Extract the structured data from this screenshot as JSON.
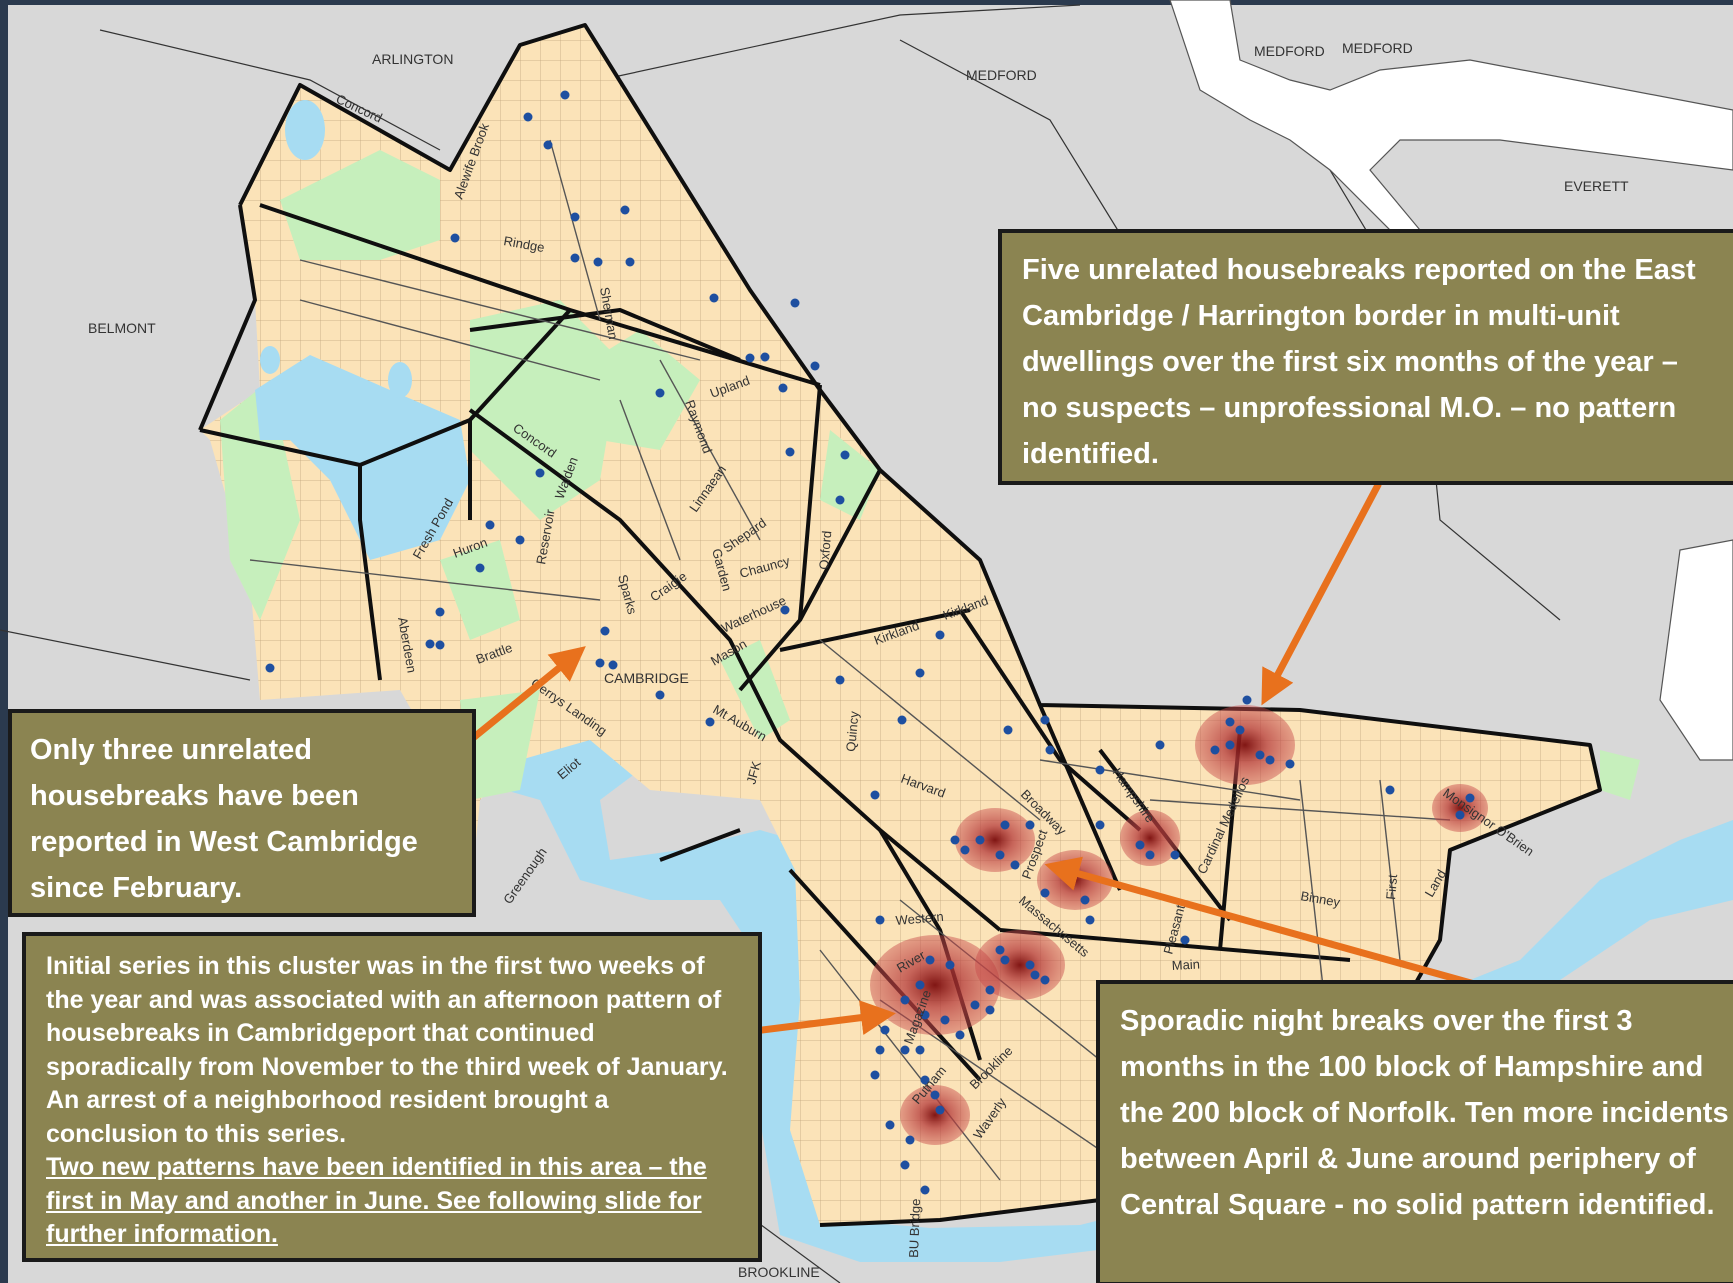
{
  "map": {
    "towns": [
      "ARLINGTON",
      "MEDFORD",
      "MEDFORD",
      "MEDFORD",
      "EVERETT",
      "BELMONT",
      "BROOKLINE",
      "CAMBRIDGE"
    ],
    "streets": [
      "Concord",
      "Alewife Brook",
      "Rindge",
      "Sherman",
      "Upland",
      "Raymond",
      "Linnaean",
      "Shepard",
      "Garden",
      "Chauncy",
      "Oxford",
      "Concord",
      "Fresh Pond",
      "Huron",
      "Reservoir",
      "Walden",
      "Sparks",
      "Craigie",
      "Brattle",
      "Aberdeen",
      "Gerrys Landing",
      "Eliot",
      "Greenough",
      "Mason",
      "Mt Auburn",
      "Waterhouse",
      "JFK",
      "Quincy",
      "Kirkland",
      "Kirkland",
      "Harvard",
      "Broadway",
      "Hampshire",
      "Prospect",
      "Cardinal Medeiros",
      "Massachusetts",
      "Western",
      "River",
      "Magazine",
      "Brookline",
      "Putnam",
      "Waverly",
      "Pleasant",
      "Main",
      "Binney",
      "First",
      "Land",
      "Monsignor O'Brien",
      "BU Bridge"
    ],
    "colors": {
      "land": "#fbe3b8",
      "water": "#a7dcf2",
      "park": "#c6efbc",
      "outside": "#d8d8d8",
      "boundary": "#0f0f0f",
      "incident": "#1e4fa0",
      "hotspot": "#b53a3a",
      "arrow": "#e8711d",
      "callout": "#8b8451"
    },
    "incident_count": 100
  },
  "callouts": {
    "east": "Five unrelated housebreaks reported on the East Cambridge / Harrington border in multi-unit dwellings over the first six months of the year – no suspects – unprofessional M.O. – no pattern identified.",
    "west": "Only three unrelated housebreaks have been reported in West Cambridge since February.",
    "port_main": "Initial series in this cluster was in the first two weeks of the year and was associated with an afternoon pattern of housebreaks in Cambridgeport that continued sporadically from November to the third week of January. An arrest of a neighborhood resident brought a conclusion to this series.",
    "port_underlined": "Two new patterns have been identified in this area – the first in May and another in June. See following slide for further information.",
    "central": "Sporadic night breaks over the first 3 months in the 100 block of Hampshire and the 200 block of Norfolk. Ten more incidents between April & June around periphery of Central Square - no solid pattern identified."
  }
}
